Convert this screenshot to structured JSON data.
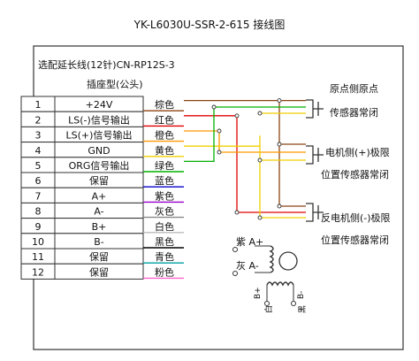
{
  "title": "YK-L6030U-SSR-2-615 接线图",
  "cable_label": "选配延长线(12针)CN-RP12S-3",
  "socket_label": "插座型(公头)",
  "pins": [
    {
      "num": "1",
      "signal": "+24V",
      "wire": "棕色"
    },
    {
      "num": "2",
      "signal": "LS(-)信号输出",
      "wire": "红色"
    },
    {
      "num": "3",
      "signal": "LS(+)信号输出",
      "wire": "橙色"
    },
    {
      "num": "4",
      "signal": "GND",
      "wire": "黄色"
    },
    {
      "num": "5",
      "signal": "ORG信号输出",
      "wire": "绿色"
    },
    {
      "num": "6",
      "signal": "保留",
      "wire": "蓝色"
    },
    {
      "num": "7",
      "signal": "A+",
      "wire": "紫色"
    },
    {
      "num": "8",
      "signal": "A-",
      "wire": "灰色"
    },
    {
      "num": "9",
      "signal": "B+",
      "wire": "白色"
    },
    {
      "num": "10",
      "signal": "B-",
      "wire": "黑色"
    },
    {
      "num": "11",
      "signal": "保留",
      "wire": "青色"
    },
    {
      "num": "12",
      "signal": "保留",
      "wire": "粉色"
    }
  ],
  "wire_colors": {
    "brown": "#8b4513",
    "red": "#e00000",
    "orange": "#ff9900",
    "yellow": "#f0d000",
    "green": "#00b000",
    "blue": "#0000cc",
    "purple": "#9900cc",
    "gray": "#888888",
    "white": "#bbbbbb",
    "black": "#000000",
    "cyan": "#00a0a0",
    "pink": "#ff66cc"
  },
  "sensors": [
    {
      "line1": "原点侧原点",
      "line2": "传感器常闭"
    },
    {
      "line1": "电机侧(+)极限",
      "line2": "位置传感器常闭"
    },
    {
      "line1": "反电机侧(-)极限",
      "line2": "位置传感器常闭"
    }
  ],
  "motor": {
    "a_label": "紫 A+",
    "a_minus_label": "灰 A-",
    "b_plus_label": "B+",
    "b_minus_label": "B-",
    "b_left_label": "白",
    "b_right_label": "黑"
  }
}
